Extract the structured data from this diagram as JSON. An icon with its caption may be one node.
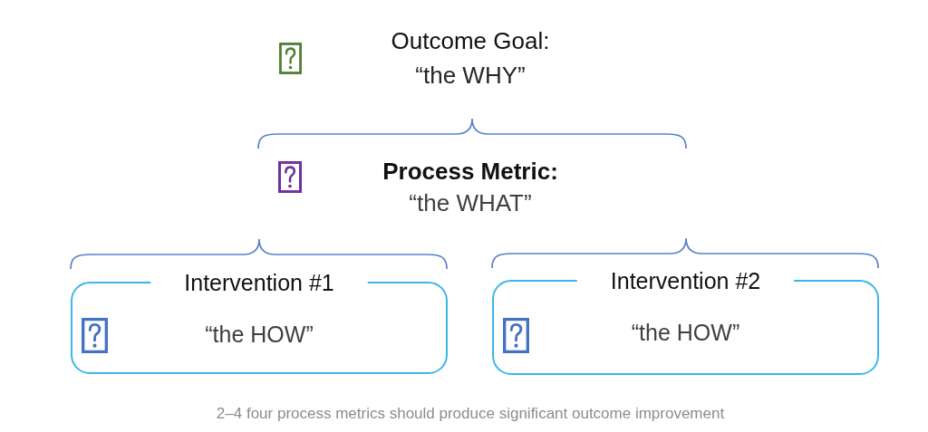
{
  "diagram": {
    "caption": "2–4 four process metrics should produce significant outcome improvement",
    "nodes": [
      {
        "text": [
          "Intervention #1",
          "“the HOW”"
        ]
      },
      {
        "text": [
          "Intervention #2",
          "“the HOW”"
        ]
      }
    ],
    "labels": [
      "Outcome Goal:",
      "“the WHY”",
      "Process Metric:",
      "“the WHAT”"
    ]
  }
}
